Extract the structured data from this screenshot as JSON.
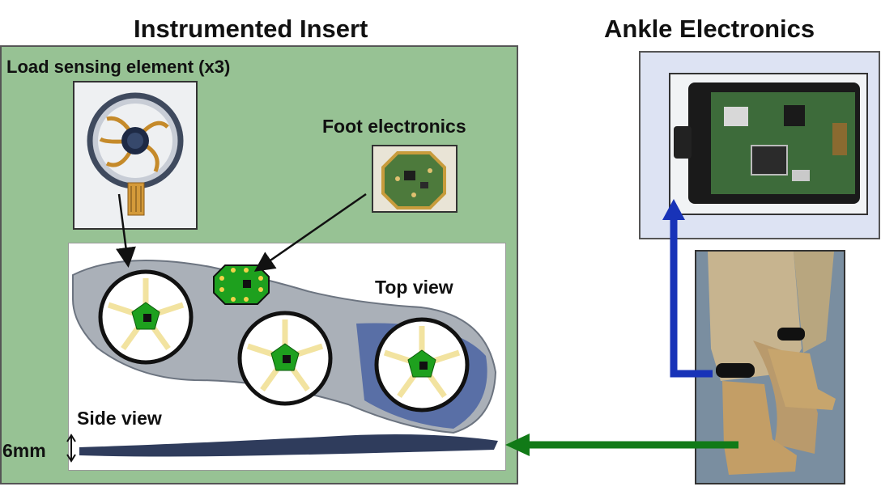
{
  "titles": {
    "insert": "Instrumented Insert",
    "ankle": "Ankle Electronics"
  },
  "labels": {
    "load_sensing": "Load sensing element (x3)",
    "foot_electronics": "Foot electronics",
    "top_view": "Top view",
    "side_view": "Side view",
    "thickness": "6mm"
  },
  "colors": {
    "insert_panel": "#97c294",
    "ankle_panel": "#dde3f3",
    "blue_arrow": "#1833b8",
    "green_arrow": "#117a17",
    "sensor_center": "#1ea01e",
    "sensor_spoke": "#f2e3a0"
  }
}
